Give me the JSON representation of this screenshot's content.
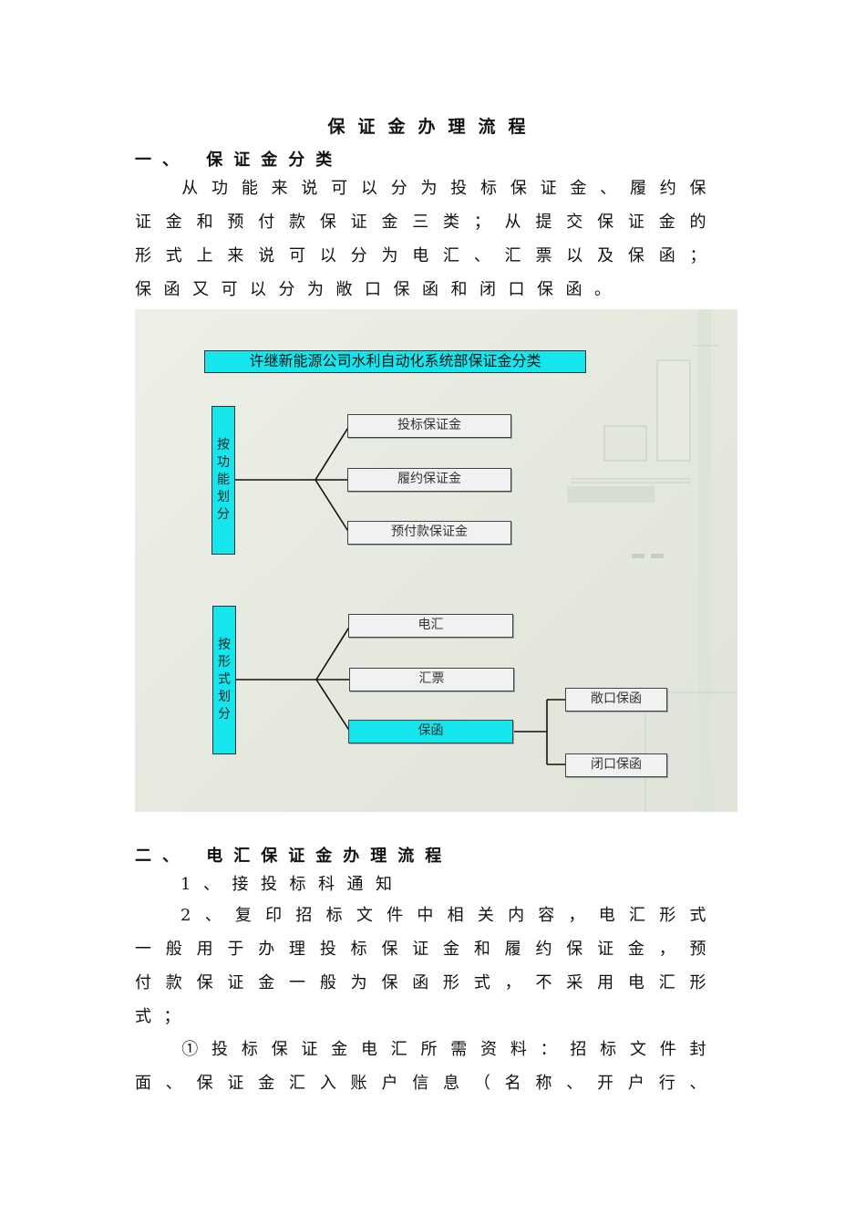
{
  "doc": {
    "title": "保证金办理流程",
    "section1_heading": "一、 保证金分类",
    "section1_para_lines": [
      "从功能来说可以分为投标保证金、履约保",
      "证金和预付款保证金三类；从提交保证金的",
      "形式上来说可以分为电汇、汇票以及保函；",
      "保函又可以分为敞口保函和闭口保函。"
    ],
    "section2_heading": "二、 电汇保证金办理流程",
    "step1": "1、接投标科通知",
    "step2_lines": [
      "2、复印招标文件中相关内容，电汇形式",
      "一般用于办理投标保证金和履约保证金，预",
      "付款保证金一般为保函形式，不采用电汇形",
      "式；"
    ],
    "step3_lines": [
      "①投标保证金电汇所需资料：招标文件封",
      "面、保证金汇入账户信息（名称、开户行、"
    ]
  },
  "diagram": {
    "banner": "许继新能源公司水利自动化系统部保证金分类",
    "group1_label": [
      "按",
      "功",
      "能",
      "划",
      "分"
    ],
    "group1_items": [
      "投标保证金",
      "履约保证金",
      "预付款保证金"
    ],
    "group2_label": [
      "按",
      "形",
      "式",
      "划",
      "分"
    ],
    "group2_items": [
      "电汇",
      "汇票",
      "保函"
    ],
    "baohan_items": [
      "敞口保函",
      "闭口保函"
    ],
    "colors": {
      "accent": "#15e6ee",
      "box": "#f1f1f1",
      "line": "#111111"
    }
  }
}
